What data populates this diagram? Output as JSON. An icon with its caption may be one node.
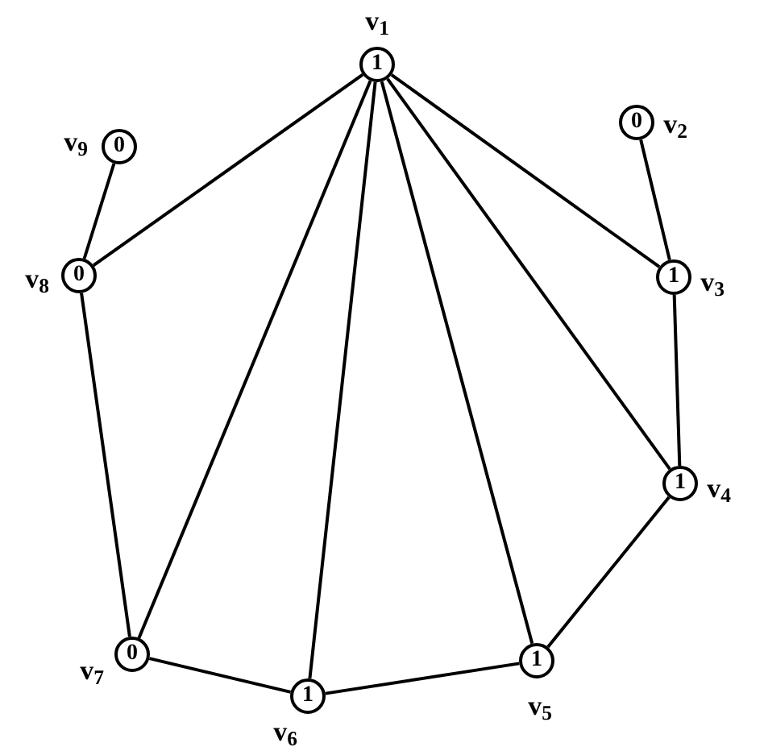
{
  "diagram": {
    "nodes": [
      {
        "text": [
          "1"
        ],
        "beside": [
          "v$_{1}$"
        ]
      },
      {
        "text": [
          "0"
        ],
        "beside": [
          "v$_{2}$"
        ]
      },
      {
        "text": [
          "1"
        ],
        "beside": [
          "v$_{3}$"
        ]
      },
      {
        "text": [
          "1"
        ],
        "beside": [
          "v$_{4}$"
        ]
      },
      {
        "text": [
          "1"
        ],
        "beside": [
          "v$_{5}$"
        ]
      },
      {
        "text": [
          "1"
        ],
        "beside": [
          "v$_{6}$"
        ]
      },
      {
        "text": [
          "0"
        ],
        "beside": [
          "v$_{7}$"
        ]
      },
      {
        "text": [
          "0"
        ],
        "beside": [
          "v$_{8}$"
        ]
      },
      {
        "text": [
          "0"
        ],
        "beside": [
          "v$_{9}$"
        ]
      }
    ],
    "edges": [
      {
        "from": 0,
        "to": 7,
        "arrow": "none"
      },
      {
        "from": 0,
        "to": 6,
        "arrow": "none"
      },
      {
        "from": 0,
        "to": 5,
        "arrow": "none"
      },
      {
        "from": 0,
        "to": 4,
        "arrow": "none"
      },
      {
        "from": 0,
        "to": 3,
        "arrow": "none"
      },
      {
        "from": 0,
        "to": 2,
        "arrow": "none"
      },
      {
        "from": 8,
        "to": 7,
        "arrow": "none"
      },
      {
        "from": 7,
        "to": 6,
        "arrow": "none"
      },
      {
        "from": 6,
        "to": 5,
        "arrow": "none"
      },
      {
        "from": 5,
        "to": 4,
        "arrow": "none"
      },
      {
        "from": 4,
        "to": 3,
        "arrow": "none"
      },
      {
        "from": 3,
        "to": 2,
        "arrow": "none"
      },
      {
        "from": 2,
        "to": 1,
        "arrow": "none"
      }
    ]
  }
}
